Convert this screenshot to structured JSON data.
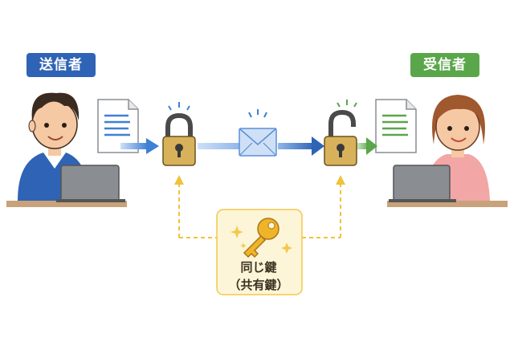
{
  "sender": {
    "label": "送信者",
    "color": "#2f63b5"
  },
  "receiver": {
    "label": "受信者",
    "color": "#5aa64a"
  },
  "key": {
    "line1": "同じ鍵",
    "line2": "（共有鍵）",
    "box_color": "#fdf5d8",
    "border_color": "#f2c94c"
  },
  "colors": {
    "lock": "#d8b25a",
    "arrow_blue": "#3f7fd6",
    "arrow_green": "#5aa64a",
    "envelope": "#cfe0f6",
    "dash": "#f0c23a"
  }
}
